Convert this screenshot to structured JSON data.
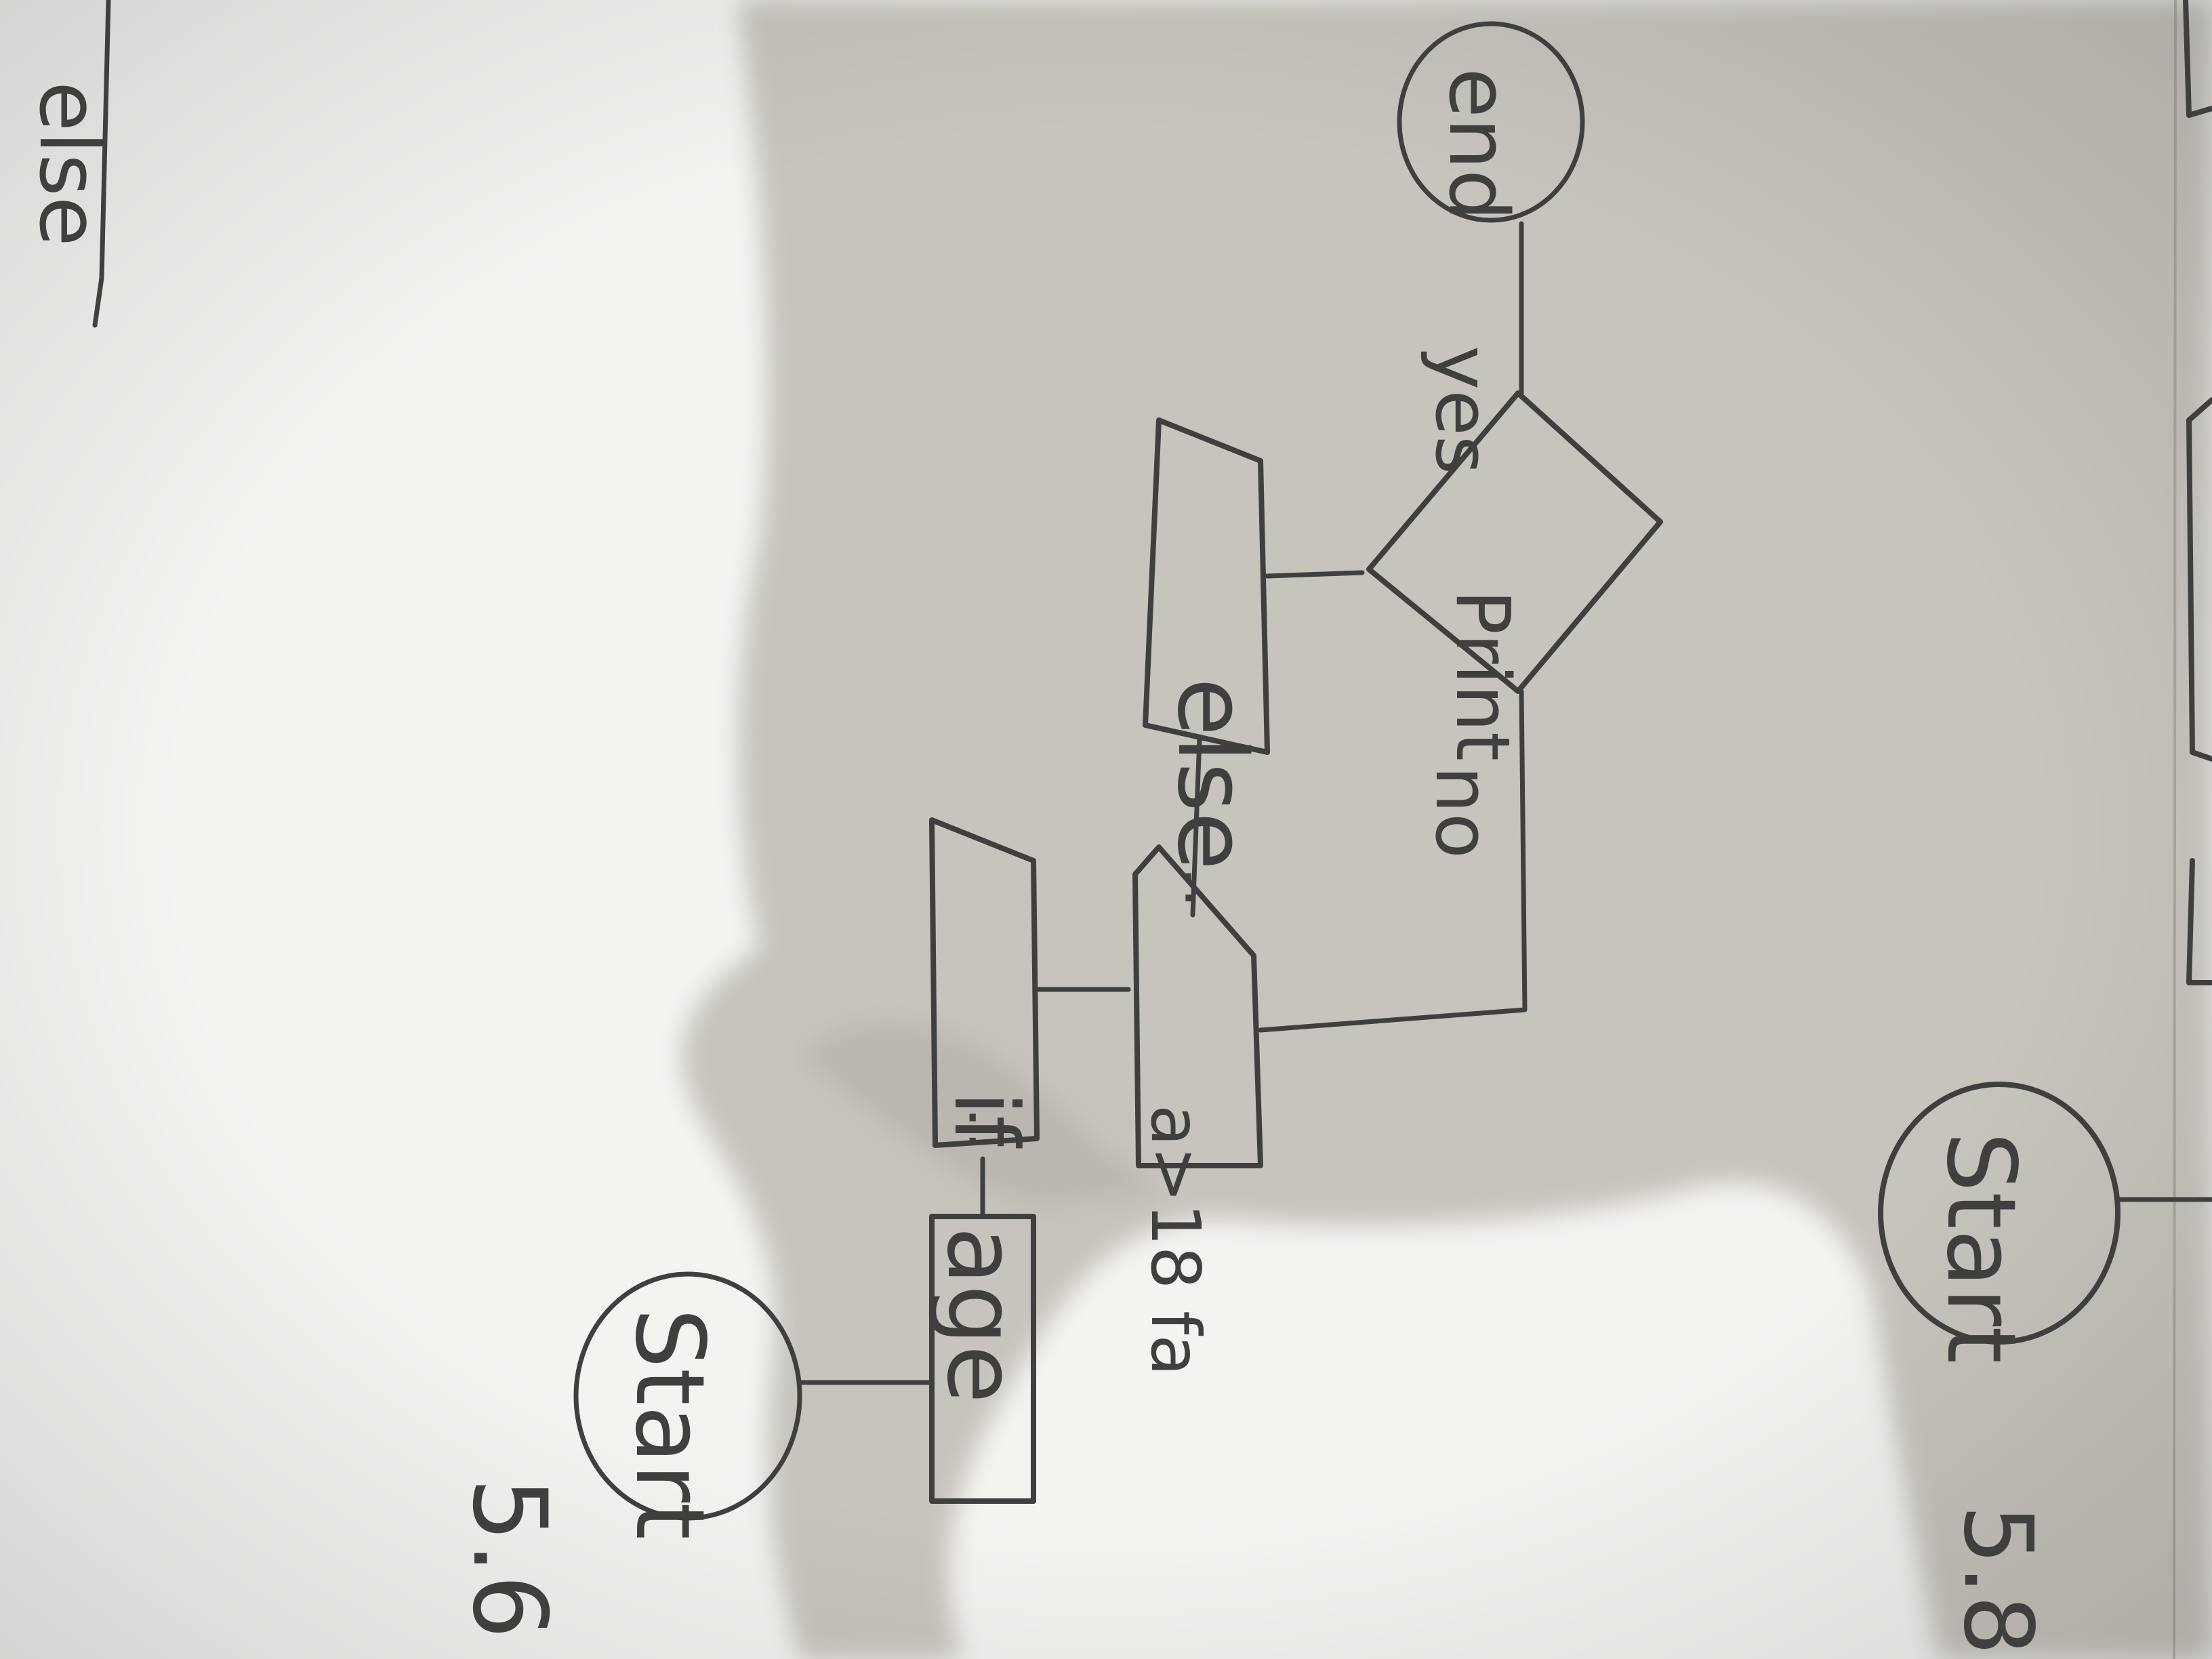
{
  "photo": {
    "subject": "hand-drawn flowchart on notebook paper, rotated 90 degrees, with a large shadow",
    "colors": {
      "paper": "#f3f3f0",
      "shadow": "#c7c3bd",
      "ink": "#3f3f3f"
    }
  },
  "flowchart_a": {
    "number": "5.6",
    "start": "Start",
    "input": "age",
    "decision_box": "if",
    "condition": "a>18 fa",
    "else_box": "else",
    "print": "Print",
    "yes": "yes",
    "no": "no",
    "end": "end",
    "extra_mark": ":"
  },
  "flowchart_b": {
    "number": "5.8",
    "start": "Start"
  },
  "top_fragment": {
    "text": "else"
  }
}
